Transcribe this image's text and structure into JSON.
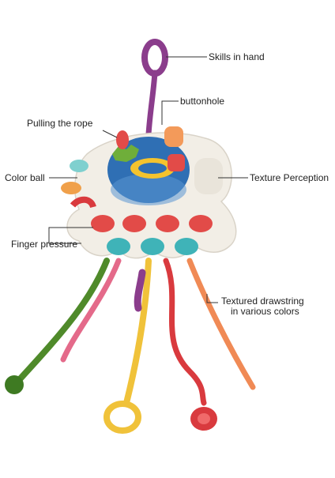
{
  "product_image": {
    "alt": "",
    "labels": {
      "skills": "Skills in hand",
      "buttonhole": "buttonhole",
      "pulling": "Pulling the rope",
      "color_ball": "Color ball",
      "texture": "Texture Perception",
      "finger": "Finger pressure",
      "drawstring_line1": "Textured drawstring",
      "drawstring_line2": "in various colors"
    }
  },
  "colors": {
    "body": "#f2eee6",
    "dome": "#2f6fb4",
    "pop_red": "#e24b48",
    "pop_teal": "#3fb3b8",
    "rope_purple": "#8b3d8c",
    "rope_green": "#4f8a2a",
    "rope_yellow": "#f0c23a",
    "rope_red": "#d93a3e",
    "rope_orange": "#f08a55",
    "leader": "#333333"
  }
}
